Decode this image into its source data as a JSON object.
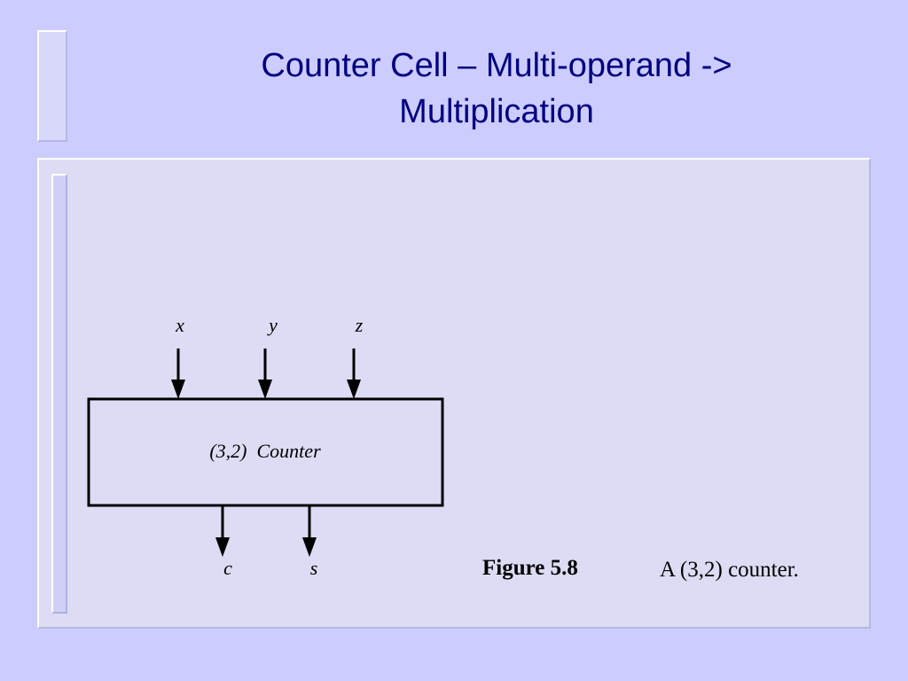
{
  "slide": {
    "title_line1": "Counter Cell – Multi-operand ->",
    "title_line2": "Multiplication"
  },
  "diagram": {
    "inputs": [
      "x",
      "y",
      "z"
    ],
    "box_label": "(3,2)  Counter",
    "outputs": [
      "c",
      "s"
    ]
  },
  "caption": {
    "figure_label": "Figure 5.8",
    "text": "A (3,2) counter."
  },
  "colors": {
    "background": "#ccccff",
    "panel": "#dcdcf4",
    "title": "#000080"
  }
}
